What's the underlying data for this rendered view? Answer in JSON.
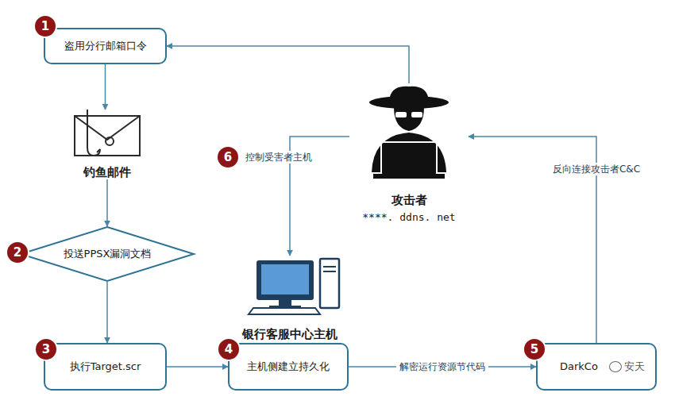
{
  "diagram": {
    "nodes": [
      {
        "text": [
          "盗用分行邮箱口令"
        ]
      },
      {
        "text": [
          "钓鱼邮件"
        ]
      },
      {
        "text": [
          "投送PPSX漏洞文档"
        ]
      },
      {
        "text": [
          "执行Target.scr"
        ]
      },
      {
        "text": [
          "主机侧建立持久化"
        ]
      },
      {
        "text": [
          "DarkCo"
        ]
      },
      {
        "text": [
          "攻击者",
          "****. ddns. net"
        ]
      },
      {
        "text": [
          "银行客服中心主机"
        ]
      }
    ],
    "edges": [
      {
        "from": 0,
        "to": 1,
        "arrow": "to"
      },
      {
        "from": 1,
        "to": 2,
        "arrow": "to"
      },
      {
        "from": 2,
        "to": 3,
        "arrow": "to"
      },
      {
        "from": 3,
        "to": 4,
        "arrow": "to"
      },
      {
        "from": 4,
        "to": 5,
        "label": "解密运行资源节代码",
        "arrow": "to"
      },
      {
        "from": 5,
        "to": 6,
        "label": "反向连接攻击者C&C",
        "arrow": "to"
      },
      {
        "from": 6,
        "to": 0,
        "arrow": "to"
      },
      {
        "from": 6,
        "to": 7,
        "label": "控制受害者主机",
        "arrow": "to"
      }
    ],
    "labels": [
      "1",
      "2",
      "3",
      "4",
      "5",
      "6",
      "安天"
    ]
  }
}
